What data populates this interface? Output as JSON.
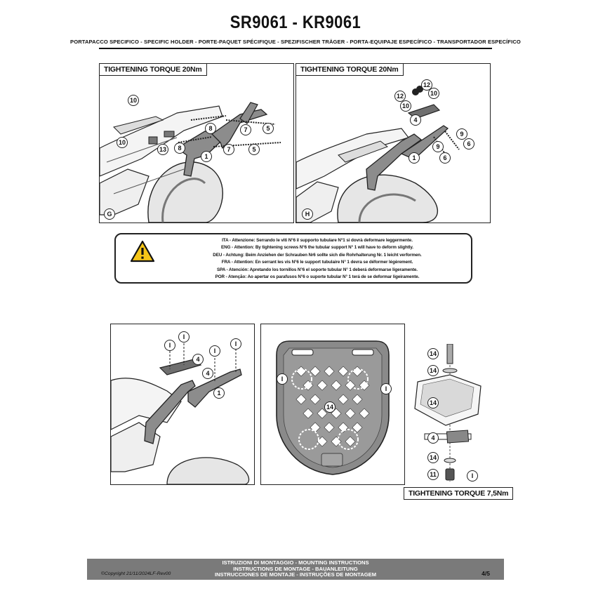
{
  "document": {
    "title": "SR9061 - KR9061",
    "subtitle": "PORTAPACCO SPECIFICO - SPECIFIC HOLDER - PORTE-PAQUET SPÉCIFIQUE - SPEZIFISCHER TRÄGER - PORTA-EQUIPAJE ESPECÍFICO - TRANSPORTADOR ESPECÍFICO"
  },
  "panel_g": {
    "torque_label": "TIGHTENING TORQUE 20Nm",
    "step_letter": "G",
    "callouts": [
      "10",
      "10",
      "13",
      "8",
      "8",
      "7",
      "7",
      "5",
      "5",
      "1"
    ]
  },
  "panel_h": {
    "torque_label": "TIGHTENING TORQUE 20Nm",
    "step_letter": "H",
    "callouts": [
      "12",
      "12",
      "10",
      "10",
      "4",
      "9",
      "6",
      "9",
      "6",
      "1"
    ]
  },
  "warning": {
    "icon": "warning-triangle-icon",
    "lines": [
      "ITA - Attenzione: Serrando le viti N°6 il supporto tubulare N°1 si dovrà deformare leggermente.",
      "ENG - Attention: By tightening screws N°6 the tubular support N° 1 will have to deform slightly.",
      "DEU - Achtung: Beim Anziehen der Schrauben Nr6 sollte sich die Rohrhalterung Nr. 1 leicht verformen.",
      "FRA - Attention: En serrant les vis N°6 le support tubulaire N° 1 devra se déformer légèrement.",
      "SPA - Atención: Apretando los tornillos N°6 el soporte tubular N° 1 deberá deformarse ligeramente.",
      "POR - Atenção: Ao apertar os parafusos N°6 o suporte tubular N° 1 terá de se deformar ligeiramente."
    ]
  },
  "panel_i_bike": {
    "callouts": [
      "I",
      "I",
      "I",
      "I",
      "4",
      "4",
      "1"
    ]
  },
  "panel_i_plate": {
    "callouts": [
      "I",
      "I",
      "14"
    ]
  },
  "panel_i_hardware": {
    "callouts": [
      "14",
      "14",
      "14",
      "4",
      "14",
      "11",
      "I"
    ],
    "torque_label": "TIGHTENING TORQUE 7,5Nm"
  },
  "footer": {
    "lines": [
      "ISTRUZIONI DI MONTAGGIO  -  MOUNTING INSTRUCTIONS",
      "INSTRUCTIONS DE MONTAGE - BAUANLEITUNG",
      "INSTRUCCIONES DE MONTAJE - INSTRUÇÕES DE MONTAGEM"
    ],
    "copyright": "©Copyright 21/11/2024LF-Rev00",
    "page": "4/5"
  }
}
